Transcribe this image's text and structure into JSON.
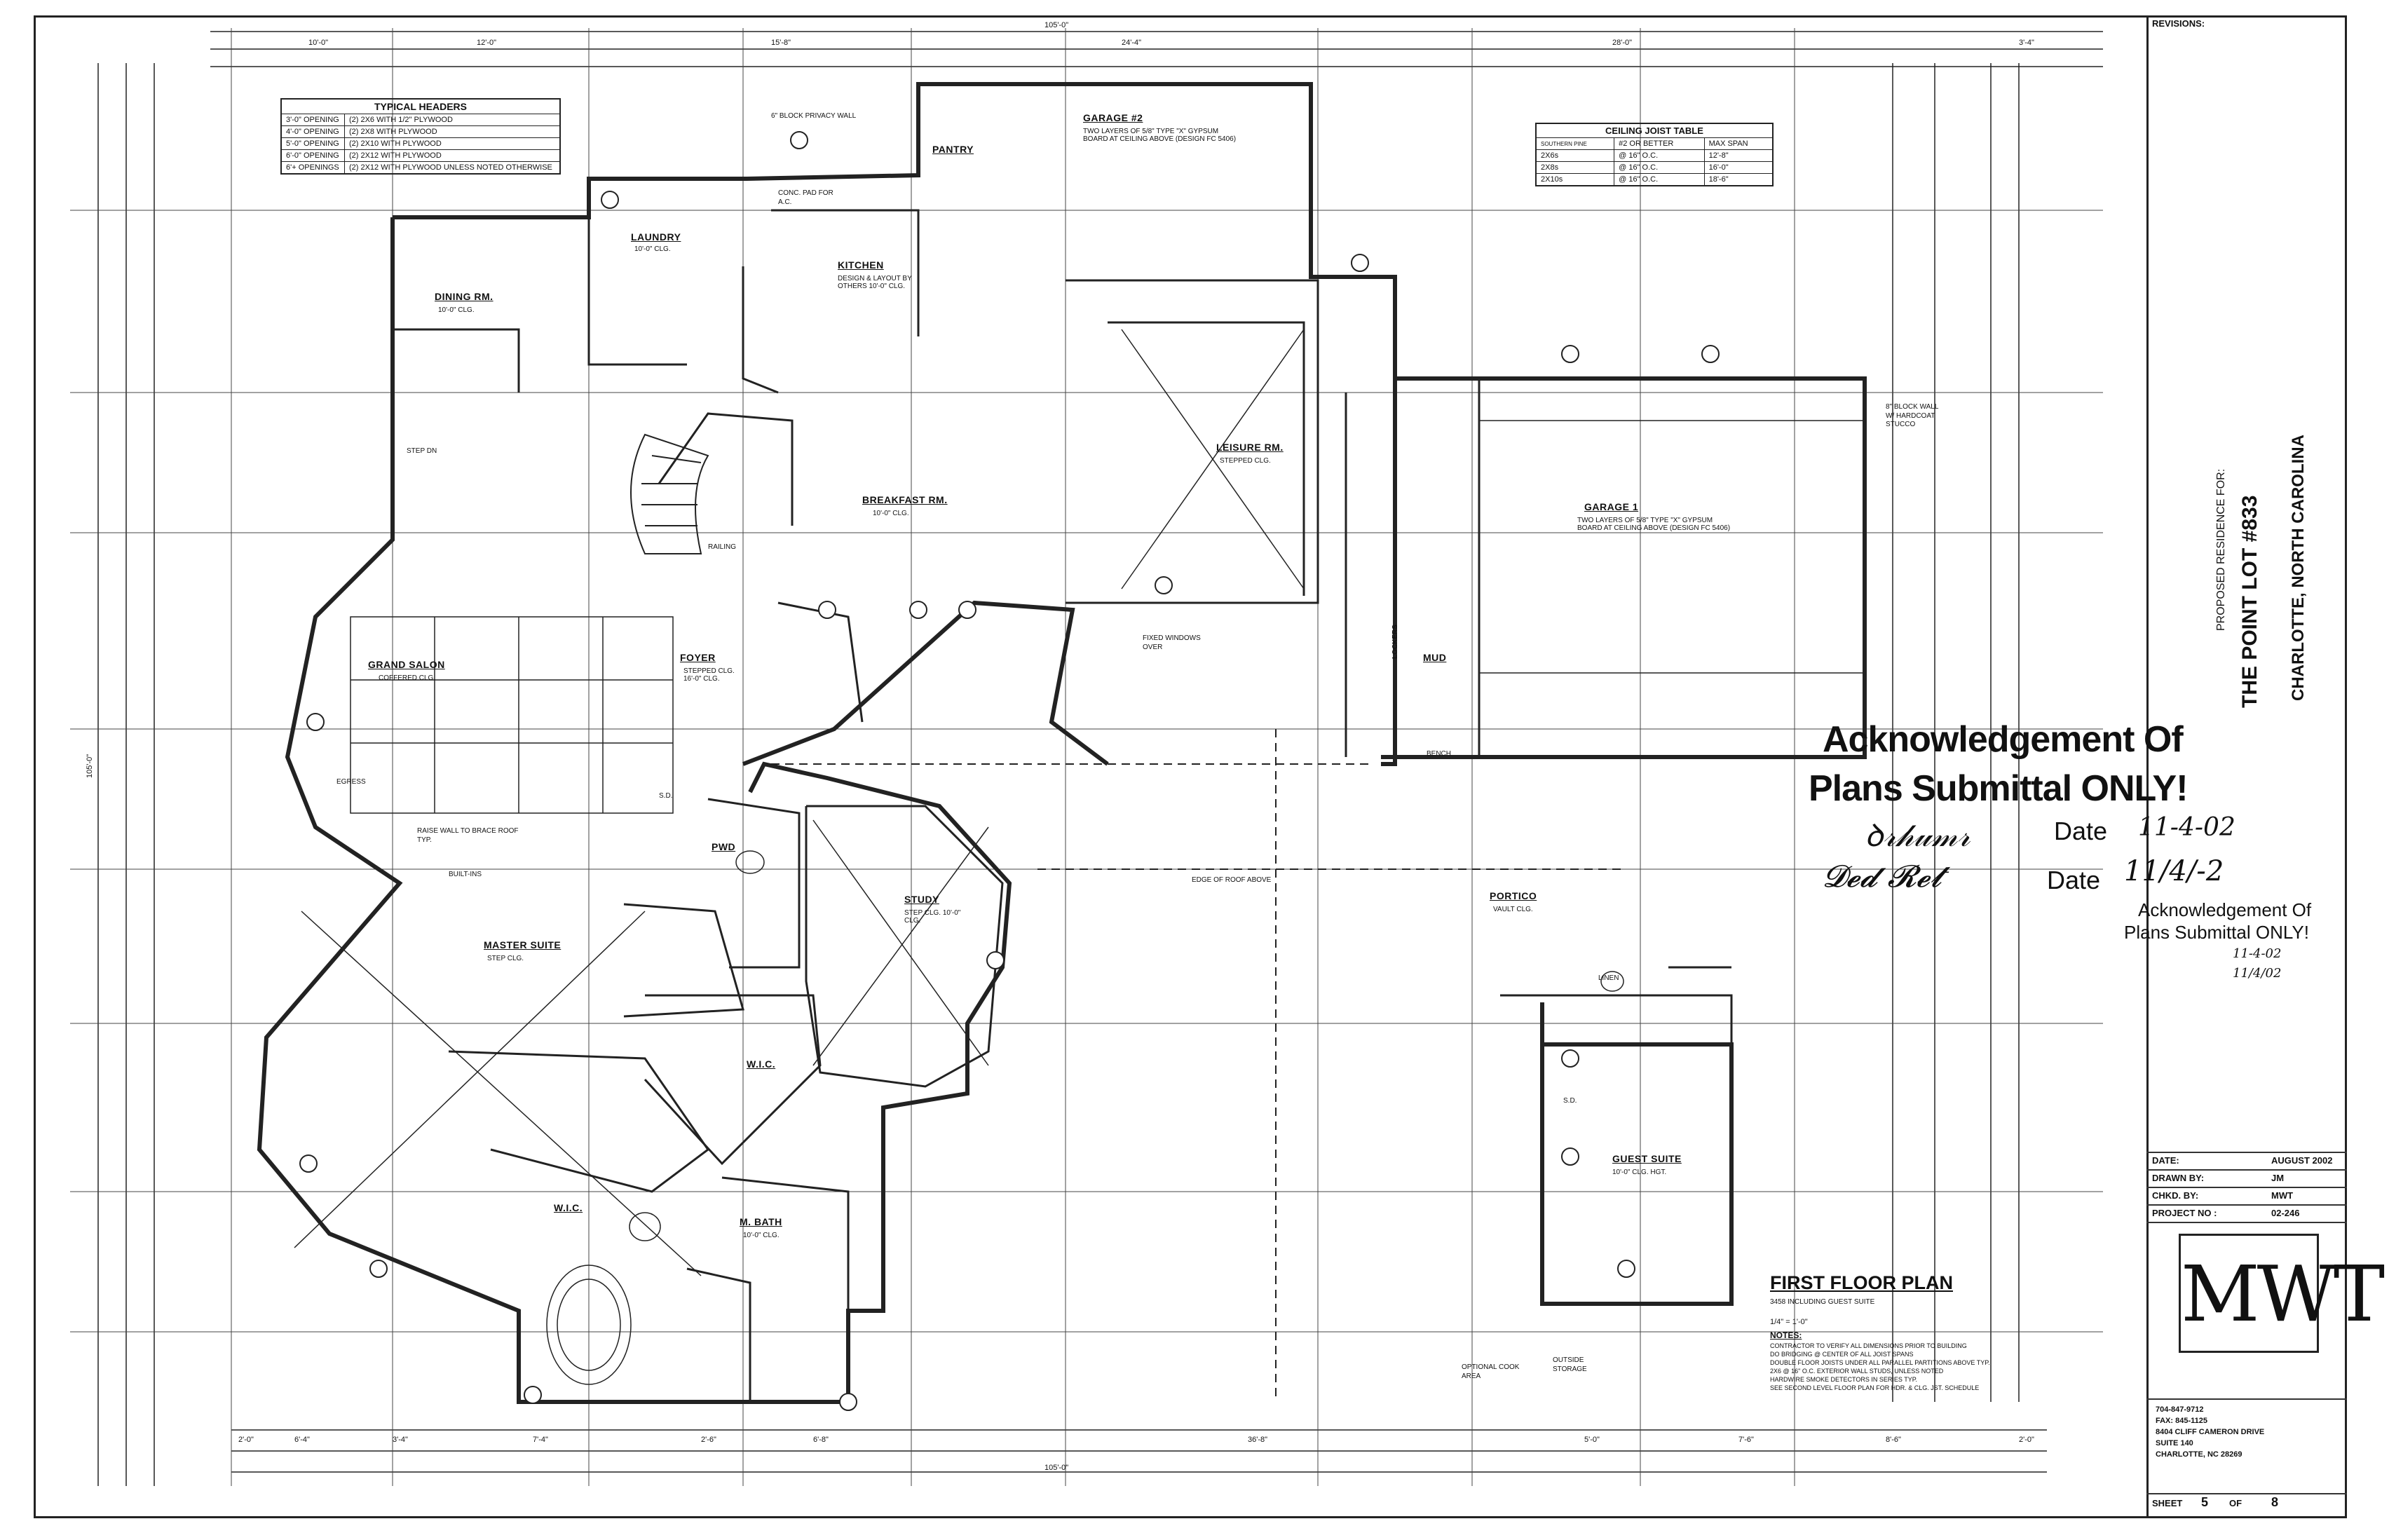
{
  "title_block": {
    "revisions_label": "REVISIONS:",
    "proposed_label": "PROPOSED RESIDENCE FOR:",
    "project_name": "THE POINT LOT #833",
    "location": "CHARLOTTE, NORTH CAROLINA",
    "date_label": "DATE:",
    "date_value": "AUGUST 2002",
    "drawn_label": "DRAWN BY:",
    "drawn_value": "JM",
    "checked_label": "CHKD. BY:",
    "checked_value": "MWT",
    "project_no_label": "PROJECT NO :",
    "project_no_value": "02-246",
    "logo": "MWT",
    "contact_lines": [
      "704-847-9712",
      "FAX: 845-1125",
      "8404 CLIFF CAMERON DRIVE",
      "SUITE 140",
      "CHARLOTTE, NC 28269"
    ],
    "sheet_label": "SHEET",
    "sheet_no": "5",
    "sheet_of": "OF",
    "sheet_total": "8"
  },
  "plan_title": {
    "title": "FIRST FLOOR PLAN",
    "sub": "3458 INCLUDING GUEST SUITE",
    "scale": "1/4\" = 1'-0\"",
    "notes_label": "NOTES:",
    "notes": [
      "CONTRACTOR TO VERIFY ALL DIMENSIONS PRIOR TO BUILDING",
      "DO BRIDGING @ CENTER OF ALL JOIST SPANS",
      "DOUBLE FLOOR JOISTS UNDER ALL PARALLEL PARTITIONS ABOVE TYP.",
      "2X6 @ 16\" O.C. EXTERIOR WALL STUDS, UNLESS NOTED",
      "HARDWIRE SMOKE DETECTORS IN SERIES TYP.",
      "SEE SECOND LEVEL FLOOR PLAN FOR HDR. & CLG. JST. SCHEDULE"
    ]
  },
  "headers_table": {
    "title": "TYPICAL HEADERS",
    "rows": [
      [
        "3'-0\" OPENING",
        "(2) 2X6 WITH 1/2\" PLYWOOD"
      ],
      [
        "4'-0\" OPENING",
        "(2) 2X8 WITH PLYWOOD"
      ],
      [
        "5'-0\" OPENING",
        "(2) 2X10 WITH PLYWOOD"
      ],
      [
        "6'-0\" OPENING",
        "(2) 2X12 WITH PLYWOOD"
      ],
      [
        "6'+ OPENINGS",
        "(2) 2X12 WITH PLYWOOD UNLESS NOTED OTHERWISE"
      ]
    ]
  },
  "joist_table": {
    "title": "CEILING JOIST TABLE",
    "headers": [
      "SOUTHERN PINE",
      "#2 OR BETTER",
      "MAX SPAN"
    ],
    "rows": [
      [
        "2X6s",
        "@ 16\" O.C.",
        "12'-8\""
      ],
      [
        "2X8s",
        "@ 16\" O.C.",
        "16'-0\""
      ],
      [
        "2X10s",
        "@ 16\" O.C.",
        "18'-6\""
      ]
    ]
  },
  "rooms": {
    "dining": {
      "name": "DINING RM.",
      "clg": "10'-0\" CLG."
    },
    "laundry": {
      "name": "LAUNDRY",
      "clg": "10'-0\" CLG."
    },
    "kitchen": {
      "name": "KITCHEN",
      "clg": "DESIGN & LAYOUT BY OTHERS 10'-0\" CLG."
    },
    "pantry": {
      "name": "PANTRY"
    },
    "garage2": {
      "name": "GARAGE #2",
      "note": "TWO LAYERS OF 5/8\" TYPE \"X\" GYPSUM BOARD AT CEILING ABOVE (DESIGN FC 5406)"
    },
    "leisure": {
      "name": "LEISURE RM.",
      "clg": "STEPPED CLG."
    },
    "breakfast": {
      "name": "BREAKFAST RM.",
      "clg": "10'-0\" CLG."
    },
    "grand_salon": {
      "name": "GRAND SALON",
      "clg": "COFFERED CLG."
    },
    "foyer": {
      "name": "FOYER",
      "clg": "STEPPED CLG. 16'-0\" CLG."
    },
    "garage1": {
      "name": "GARAGE 1",
      "note": "TWO LAYERS OF 5/8\" TYPE \"X\" GYPSUM BOARD AT CEILING ABOVE (DESIGN FC 5406)"
    },
    "mud": {
      "name": "MUD"
    },
    "pwd": {
      "name": "PWD"
    },
    "study": {
      "name": "STUDY",
      "clg": "STEP CLG. 10'-0\" CLG."
    },
    "master": {
      "name": "MASTER SUITE",
      "clg": "STEP CLG."
    },
    "wic1": {
      "name": "W.I.C."
    },
    "wic2": {
      "name": "W.I.C."
    },
    "mbath": {
      "name": "M. BATH",
      "clg": "10'-0\" CLG."
    },
    "portico": {
      "name": "PORTICO",
      "clg": "VAULT CLG."
    },
    "guest": {
      "name": "GUEST SUITE",
      "clg": "10'-0\" CLG. HGT."
    }
  },
  "stamp": {
    "line1": "Acknowledgement Of",
    "line2": "Plans Submittal ONLY!",
    "date_label": "Date",
    "date1": "11-4-02",
    "date2": "11/4/-2",
    "small_line1": "Acknowledgement Of",
    "small_line2": "Plans Submittal ONLY!",
    "small_date1": "11-4-02",
    "small_date2": "11/4/02"
  },
  "dimensions": {
    "top_overall": "105'-0\"",
    "bottom_overall": "105'-0\"",
    "left_overall": "105'-0\"",
    "top_segments": [
      "10'-0\"",
      "12'-0\"",
      "15'-8\"",
      "24'-4\"",
      "28'-0\"",
      "3'-4\""
    ],
    "bottom_segments": [
      "2'-0\"",
      "6'-4\"",
      "3'-4\"",
      "7'-4\"",
      "2'-6\"",
      "6'-8\"",
      "36'-8\"",
      "5'-0\"",
      "7'-6\"",
      "8'-6\"",
      "2'-0\""
    ]
  },
  "misc_notes": {
    "privacy_wall": "6\" BLOCK PRIVACY WALL",
    "conc_pad": "CONC. PAD FOR A.C.",
    "step_dn": "STEP DN",
    "egress": "EGRESS",
    "bench": "BENCH",
    "lockers": "LOCKERS",
    "linen": "LINEN",
    "outside_storage": "OUTSIDE STORAGE",
    "optional_cook": "OPTIONAL COOK AREA",
    "raise_wall": "RAISE WALL TO BRACE ROOF TYP.",
    "built_ins": "BUILT-INS",
    "fixed_windows": "FIXED WINDOWS OVER",
    "edge_roof": "EDGE OF ROOF ABOVE",
    "block_wall": "8\" BLOCK WALL W/ HARDCOAT STUCCO",
    "railing": "RAILING",
    "sd": "S.D."
  }
}
